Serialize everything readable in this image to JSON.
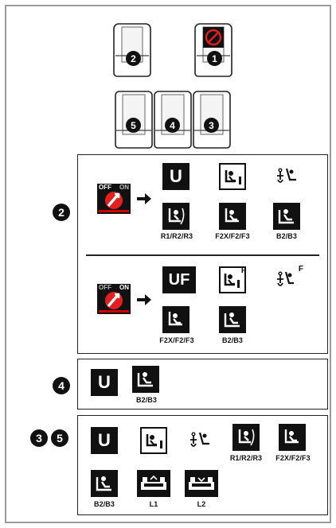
{
  "seats": [
    {
      "number": "2"
    },
    {
      "number": "1"
    },
    {
      "number": "5"
    },
    {
      "number": "4"
    },
    {
      "number": "3"
    }
  ],
  "panel_a": {
    "seat_number": "2",
    "airbag_off": {
      "off_label": "OFF",
      "on_label": "ON"
    },
    "airbag_on": {
      "off_label": "OFF",
      "on_label": "ON"
    },
    "row1_u": "U",
    "row2_labels": [
      "R1/R2/R3",
      "F2X/F2/F3",
      "B2/B3"
    ],
    "row3_uf": "UF",
    "row3_f1": "F",
    "row3_f2": "F",
    "row4_labels": [
      "F2X/F2/F3",
      "B2/B3"
    ]
  },
  "panel_b": {
    "seat_number": "4",
    "u": "U",
    "label": "B2/B3"
  },
  "panel_c": {
    "seat_numbers": [
      "3",
      "5"
    ],
    "u": "U",
    "labels_top": [
      "R1/R2/R3",
      "F2X/F2/F3"
    ],
    "labels_bottom": [
      "B2/B3",
      "L1",
      "L2"
    ]
  },
  "icons": {
    "isofix": "isofix-seat-icon",
    "anchor": "top-tether-anchor-icon",
    "rear_facing": "rear-facing-child-seat-icon",
    "forward_facing": "forward-facing-child-seat-icon",
    "booster": "booster-seat-icon",
    "lying": "carrycot-icon",
    "airbag_switch": "passenger-airbag-switch-icon",
    "no_airbag": "prohibition-icon"
  },
  "colors": {
    "ink": "#111111",
    "frame": "#9a9a9a",
    "prohibit": "#e32020"
  }
}
